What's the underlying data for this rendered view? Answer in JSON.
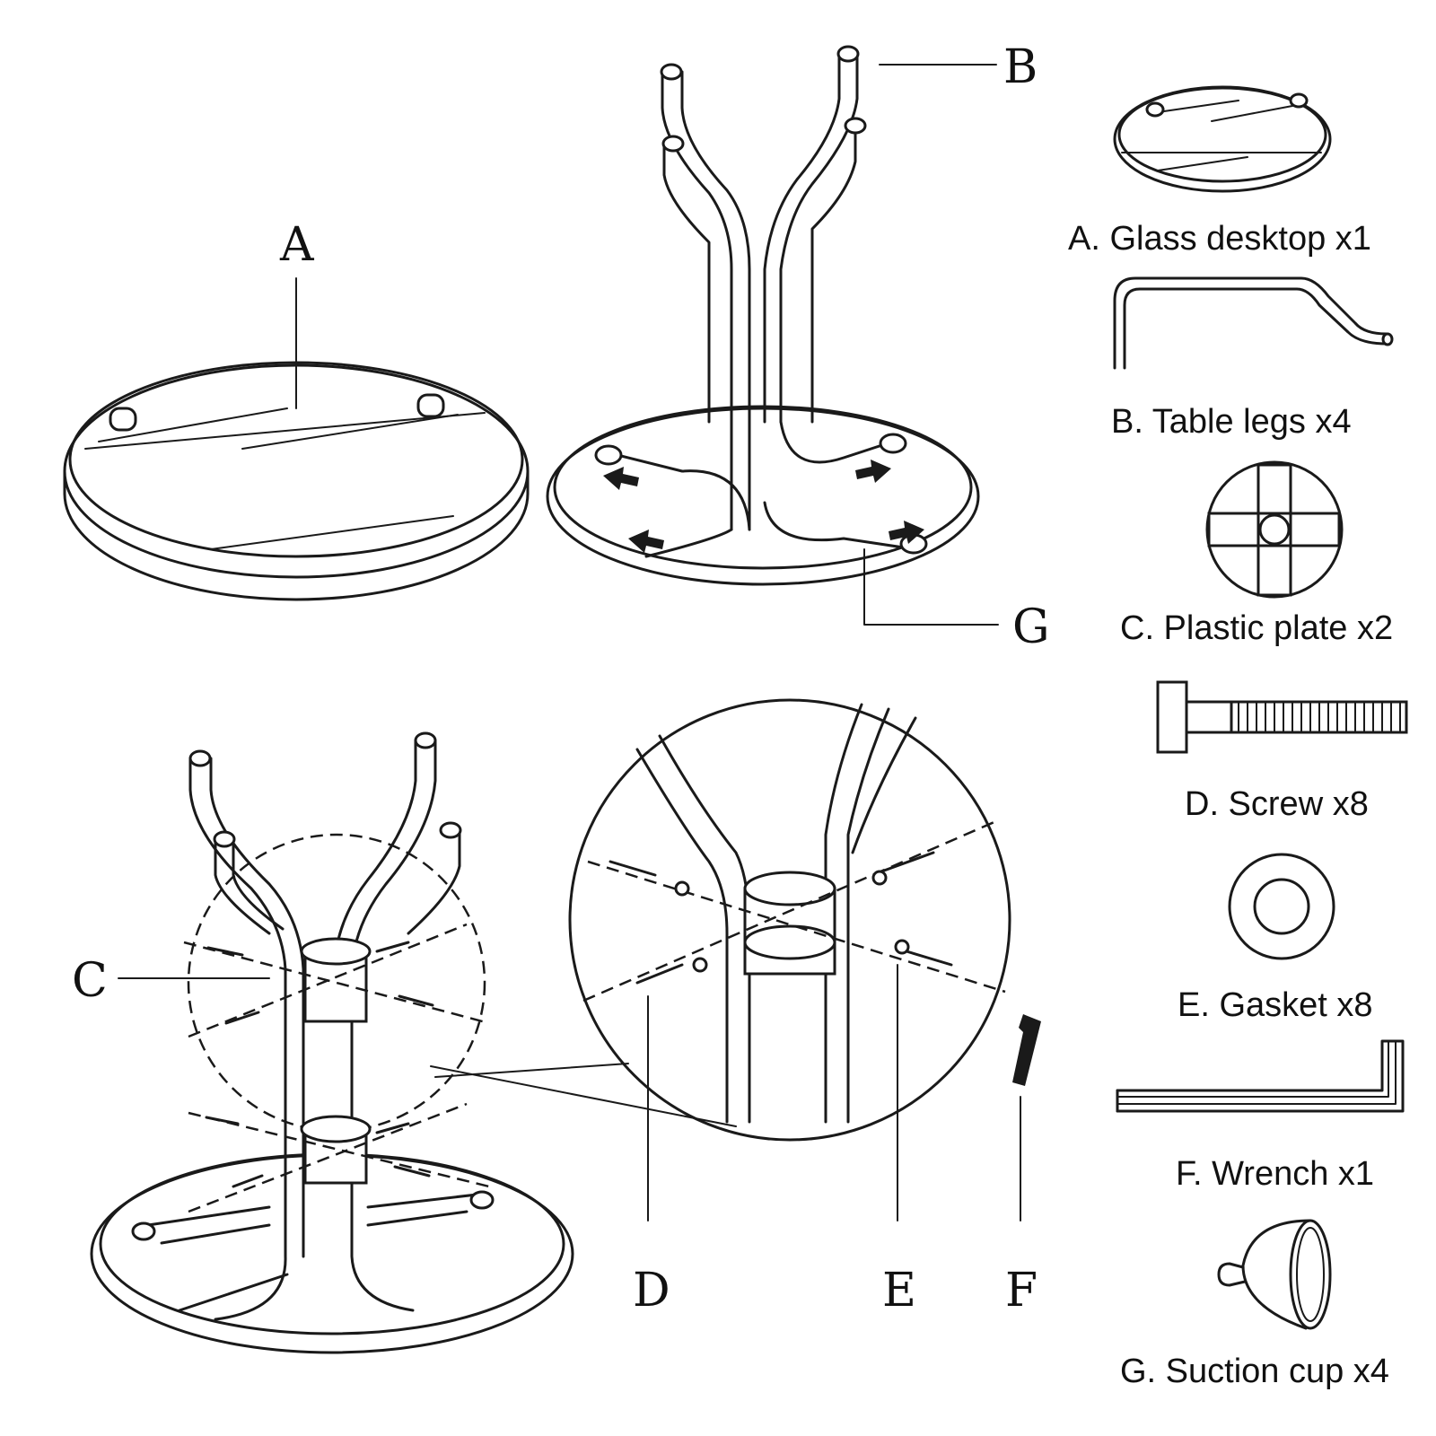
{
  "callouts": {
    "a": "A",
    "b": "B",
    "c": "C",
    "d": "D",
    "e": "E",
    "f": "F",
    "g": "G"
  },
  "parts": [
    {
      "id": "A",
      "caption": "A. Glass desktop x1"
    },
    {
      "id": "B",
      "caption": "B. Table legs x4"
    },
    {
      "id": "C",
      "caption": "C. Plastic plate x2"
    },
    {
      "id": "D",
      "caption": "D. Screw x8"
    },
    {
      "id": "E",
      "caption": "E. Gasket x8"
    },
    {
      "id": "F",
      "caption": "F. Wrench x1"
    },
    {
      "id": "G",
      "caption": "G. Suction cup x4"
    }
  ]
}
